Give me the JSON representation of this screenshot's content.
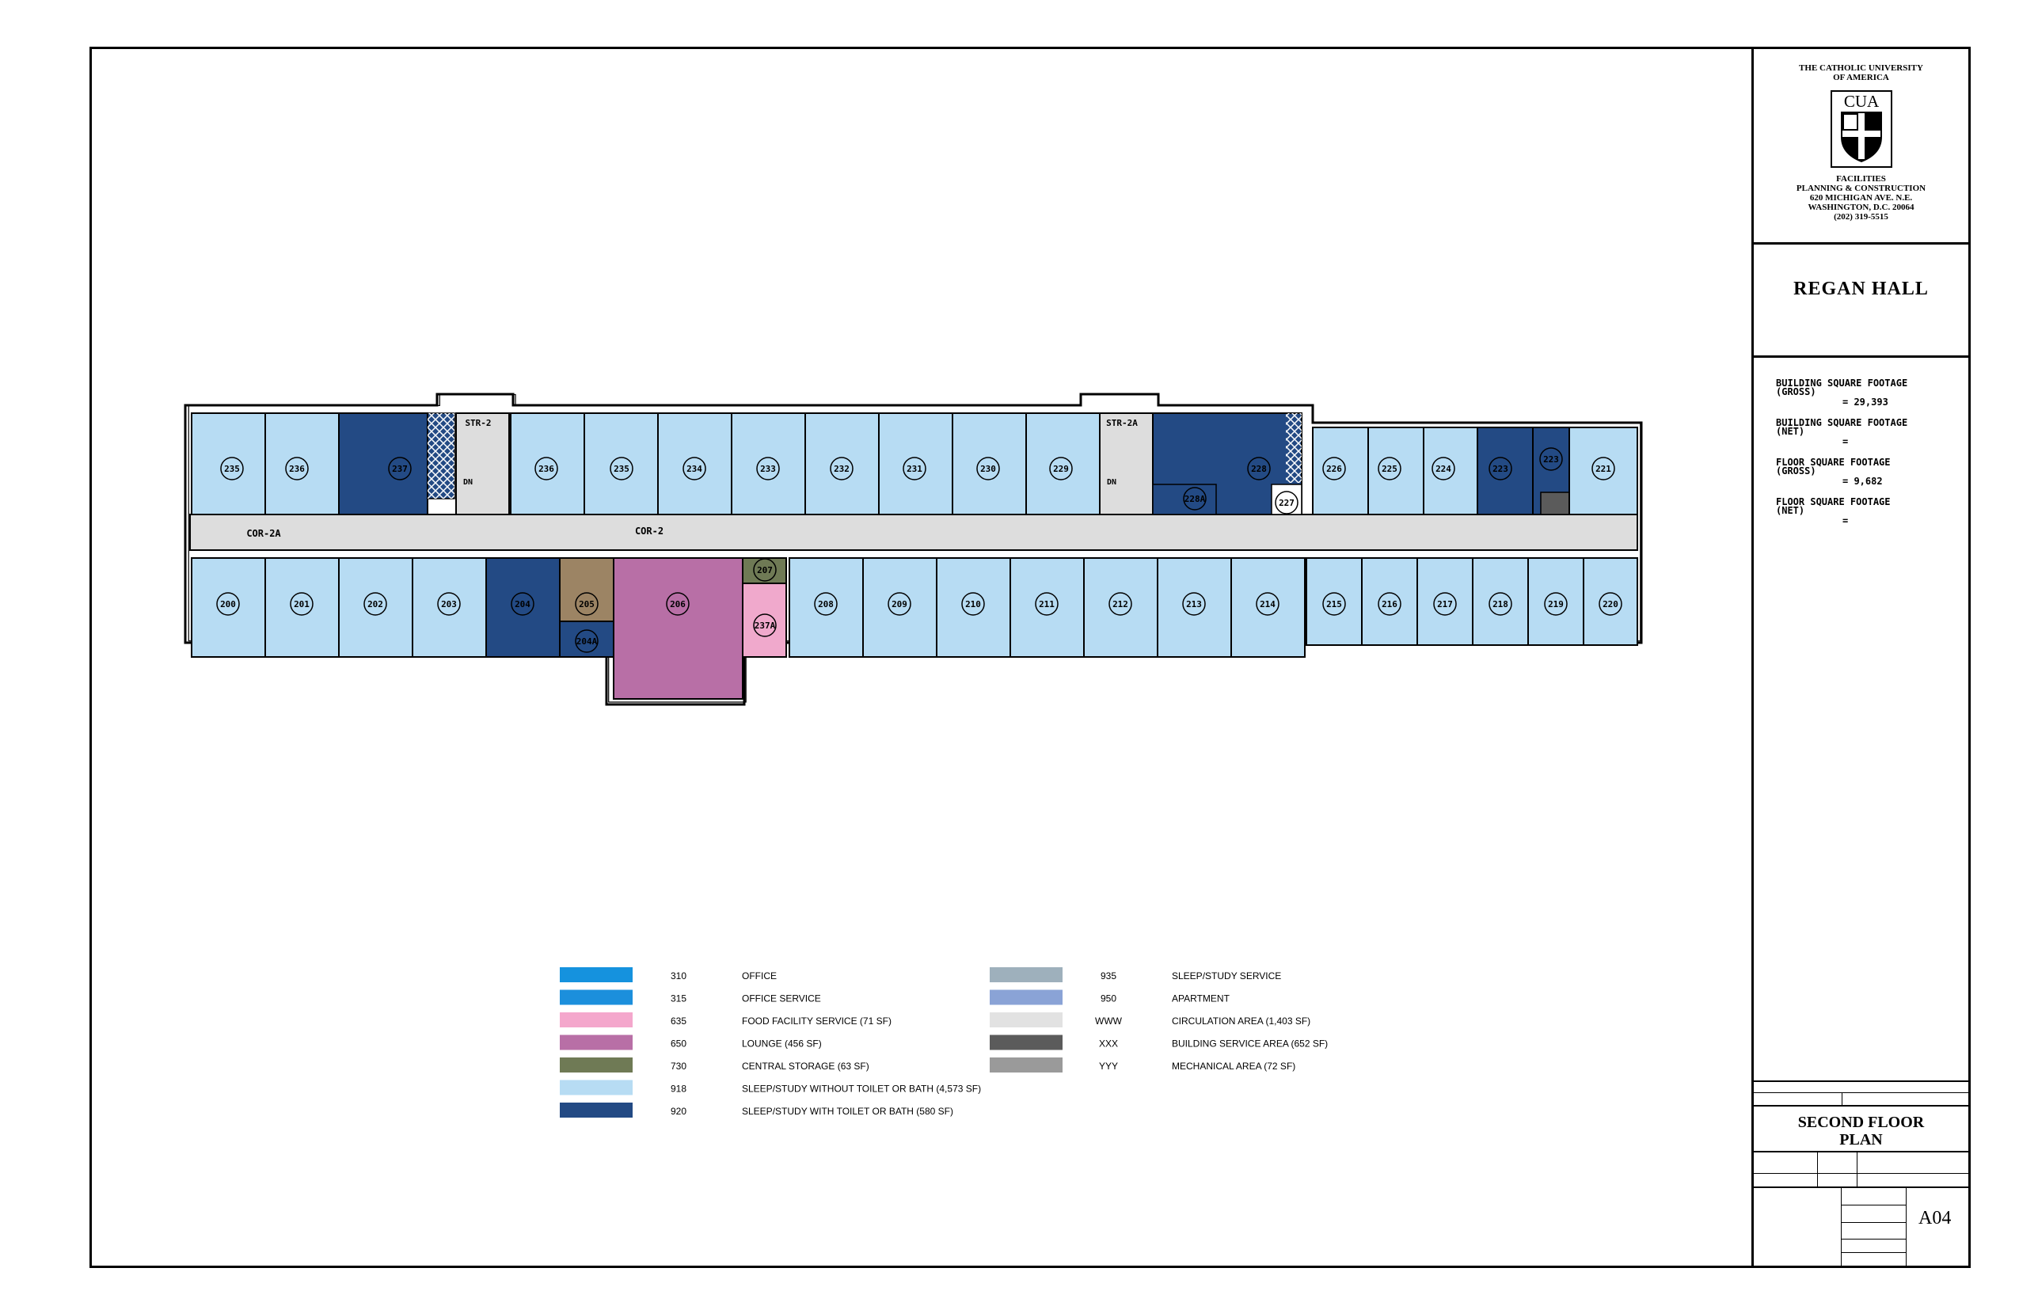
{
  "institution": {
    "name_line1": "THE CATHOLIC UNIVERSITY",
    "name_line2": "OF AMERICA",
    "logo_text": "CUA",
    "dept_line1": "FACILITIES",
    "dept_line2": "PLANNING & CONSTRUCTION",
    "address_line1": "620 MICHIGAN AVE. N.E.",
    "address_line2": "WASHINGTON, D.C. 20064",
    "phone": "(202) 319-5515"
  },
  "building": {
    "name": "REGAN  HALL"
  },
  "square_footage": [
    {
      "label_line1": "BUILDING SQUARE FOOTAGE",
      "label_line2": "(GROSS)",
      "value": "= 29,393"
    },
    {
      "label_line1": "BUILDING SQUARE FOOTAGE",
      "label_line2": "(NET)",
      "value": "="
    },
    {
      "label_line1": "FLOOR SQUARE FOOTAGE",
      "label_line2": "(GROSS)",
      "value": "= 9,682"
    },
    {
      "label_line1": "FLOOR SQUARE FOOTAGE",
      "label_line2": "(NET)",
      "value": "="
    }
  ],
  "drawing": {
    "title_line1": "SECOND  FLOOR",
    "title_line2": "PLAN",
    "sheet_number": "A04"
  },
  "colors": {
    "sleep_no_bath": "#b7dcf3",
    "sleep_bath": "#234a84",
    "lounge": "#b86fa6",
    "food": "#f0a9cc",
    "storage": "#6f7a55",
    "brown_room": "#9c8464",
    "circulation": "#dddddd",
    "wall": "#000000"
  },
  "plan": {
    "corridors": [
      "COR-2A",
      "COR-2"
    ],
    "stairs": [
      {
        "label": "STR-2",
        "dn": "DN"
      },
      {
        "label": "STR-2A",
        "dn": "DN"
      }
    ],
    "top_rooms": [
      "235",
      "236",
      "237",
      "236",
      "235",
      "234",
      "233",
      "232",
      "231",
      "230",
      "229",
      "228",
      "228A",
      "227",
      "226",
      "225",
      "224",
      "223",
      "223",
      "221"
    ],
    "bottom_rooms": [
      "200",
      "201",
      "202",
      "203",
      "204",
      "205",
      "204A",
      "206",
      "207",
      "237A",
      "208",
      "209",
      "210",
      "211",
      "212",
      "213",
      "214",
      "215",
      "216",
      "217",
      "218",
      "219",
      "220"
    ]
  },
  "legend": [
    {
      "code": "310",
      "label": "OFFICE",
      "color": "#1592de"
    },
    {
      "code": "315",
      "label": "OFFICE SERVICE",
      "color": "#1c8fdc"
    },
    {
      "code": "635",
      "label": "FOOD FACILITY SERVICE (71 SF)",
      "color": "#f4a7cc"
    },
    {
      "code": "650",
      "label": "LOUNGE (456 SF)",
      "color": "#b86fa6"
    },
    {
      "code": "730",
      "label": "CENTRAL STORAGE (63 SF)",
      "color": "#6f7a55"
    },
    {
      "code": "918",
      "label": "SLEEP/STUDY WITHOUT TOILET OR BATH (4,573 SF)",
      "color": "#b7dcf3"
    },
    {
      "code": "920",
      "label": "SLEEP/STUDY WITH TOILET OR BATH (580 SF)",
      "color": "#234a84"
    },
    {
      "code": "935",
      "label": "SLEEP/STUDY SERVICE",
      "color": "#9eb0bc"
    },
    {
      "code": "950",
      "label": "APARTMENT",
      "color": "#8aa3d6"
    },
    {
      "code": "WWW",
      "label": "CIRCULATION AREA (1,403 SF)",
      "color": "#e2e2e2"
    },
    {
      "code": "XXX",
      "label": "BUILDING SERVICE AREA (652 SF)",
      "color": "#5b5b5b"
    },
    {
      "code": "YYY",
      "label": "MECHANICAL AREA (72 SF)",
      "color": "#9a9a9a"
    }
  ]
}
